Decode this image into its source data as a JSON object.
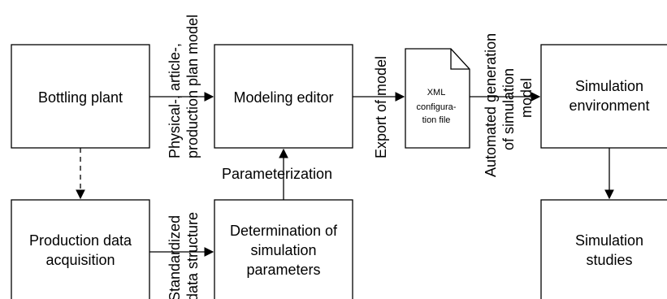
{
  "boxes": {
    "bottling_plant": "Bottling plant",
    "modeling_editor": "Modeling editor",
    "simulation_environment": [
      "Simulation",
      "environment"
    ],
    "production_data_acquisition": [
      "Production data",
      "acquisition"
    ],
    "determination": [
      "Determination of",
      "simulation",
      "parameters"
    ],
    "simulation_studies": [
      "Simulation",
      "studies"
    ]
  },
  "document": [
    "XML",
    "configura-",
    "tion file"
  ],
  "edge_labels": {
    "physical_model": [
      "Physical-, article-,",
      "production plan model"
    ],
    "export": "Export of model",
    "automated_generation": [
      "Automated generation",
      "of simulation",
      "model"
    ],
    "standardized": [
      "Standardized",
      "data structure"
    ],
    "parameterization": "Parameterization"
  }
}
